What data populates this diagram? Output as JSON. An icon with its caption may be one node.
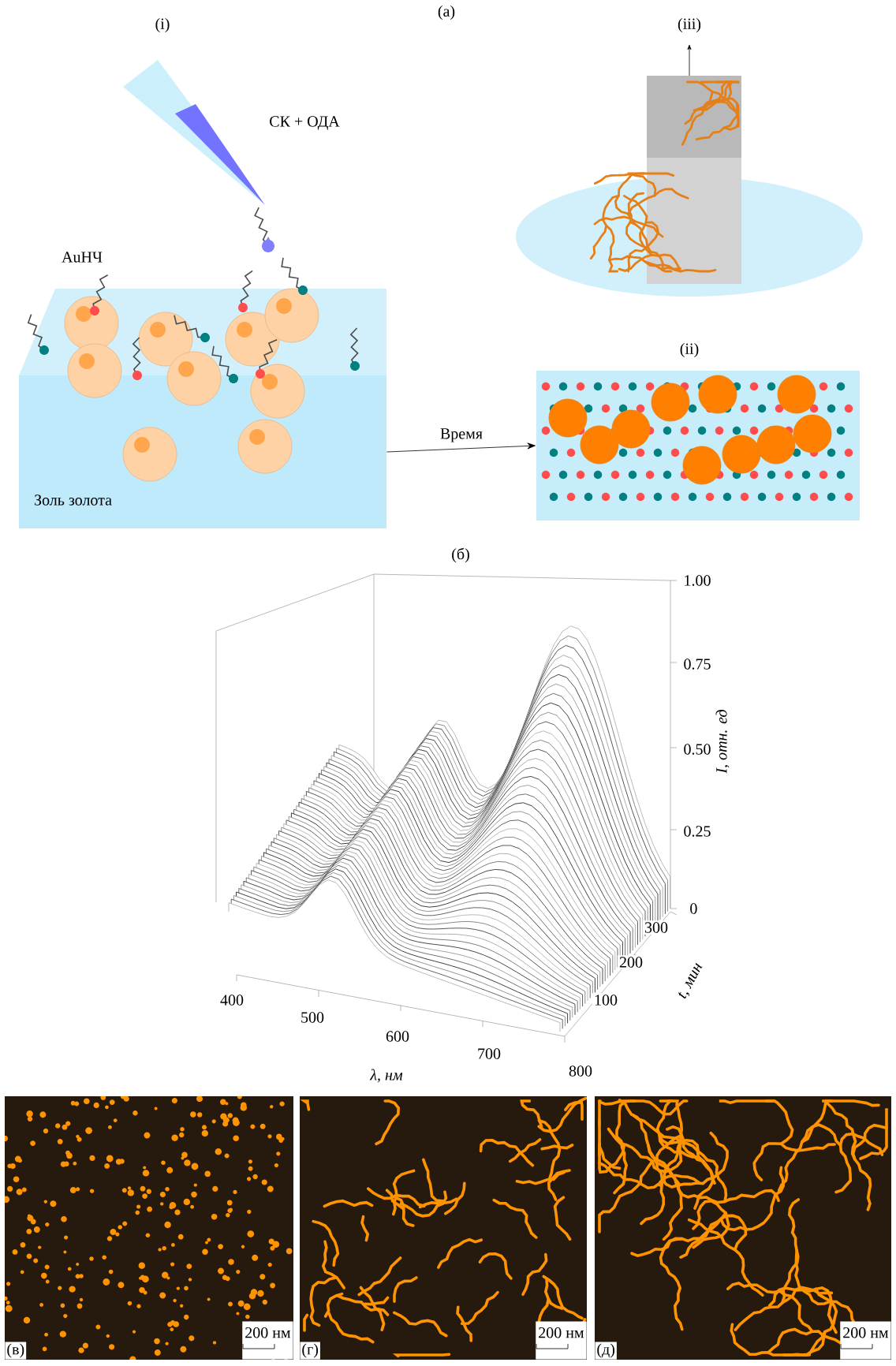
{
  "diagram": {
    "nodes": [
      {
        "text": [
          "Золь золота"
        ]
      },
      {
        "text": [
          "(ii)"
        ]
      },
      {
        "text": [
          "(iii)"
        ]
      },
      {
        "text": [
          "(в)",
          "200 нм"
        ]
      },
      {
        "text": [
          "(г)",
          "200 нм"
        ]
      },
      {
        "text": [
          "(д)",
          "200 нм"
        ]
      }
    ],
    "edges": [
      {
        "from": 0,
        "to": 1,
        "arrow": "to",
        "label": "Время"
      }
    ],
    "labels": [
      "(а)",
      "(i)",
      "СК + ОДА",
      "AuНЧ",
      "(б)",
      "1.00",
      "0.75",
      "0.50",
      "0.25",
      "0",
      "300",
      "200",
      "100",
      "400",
      "500",
      "600",
      "700",
      "800",
      "λ, нм",
      "t, мин",
      "I, отн. ед"
    ]
  }
}
